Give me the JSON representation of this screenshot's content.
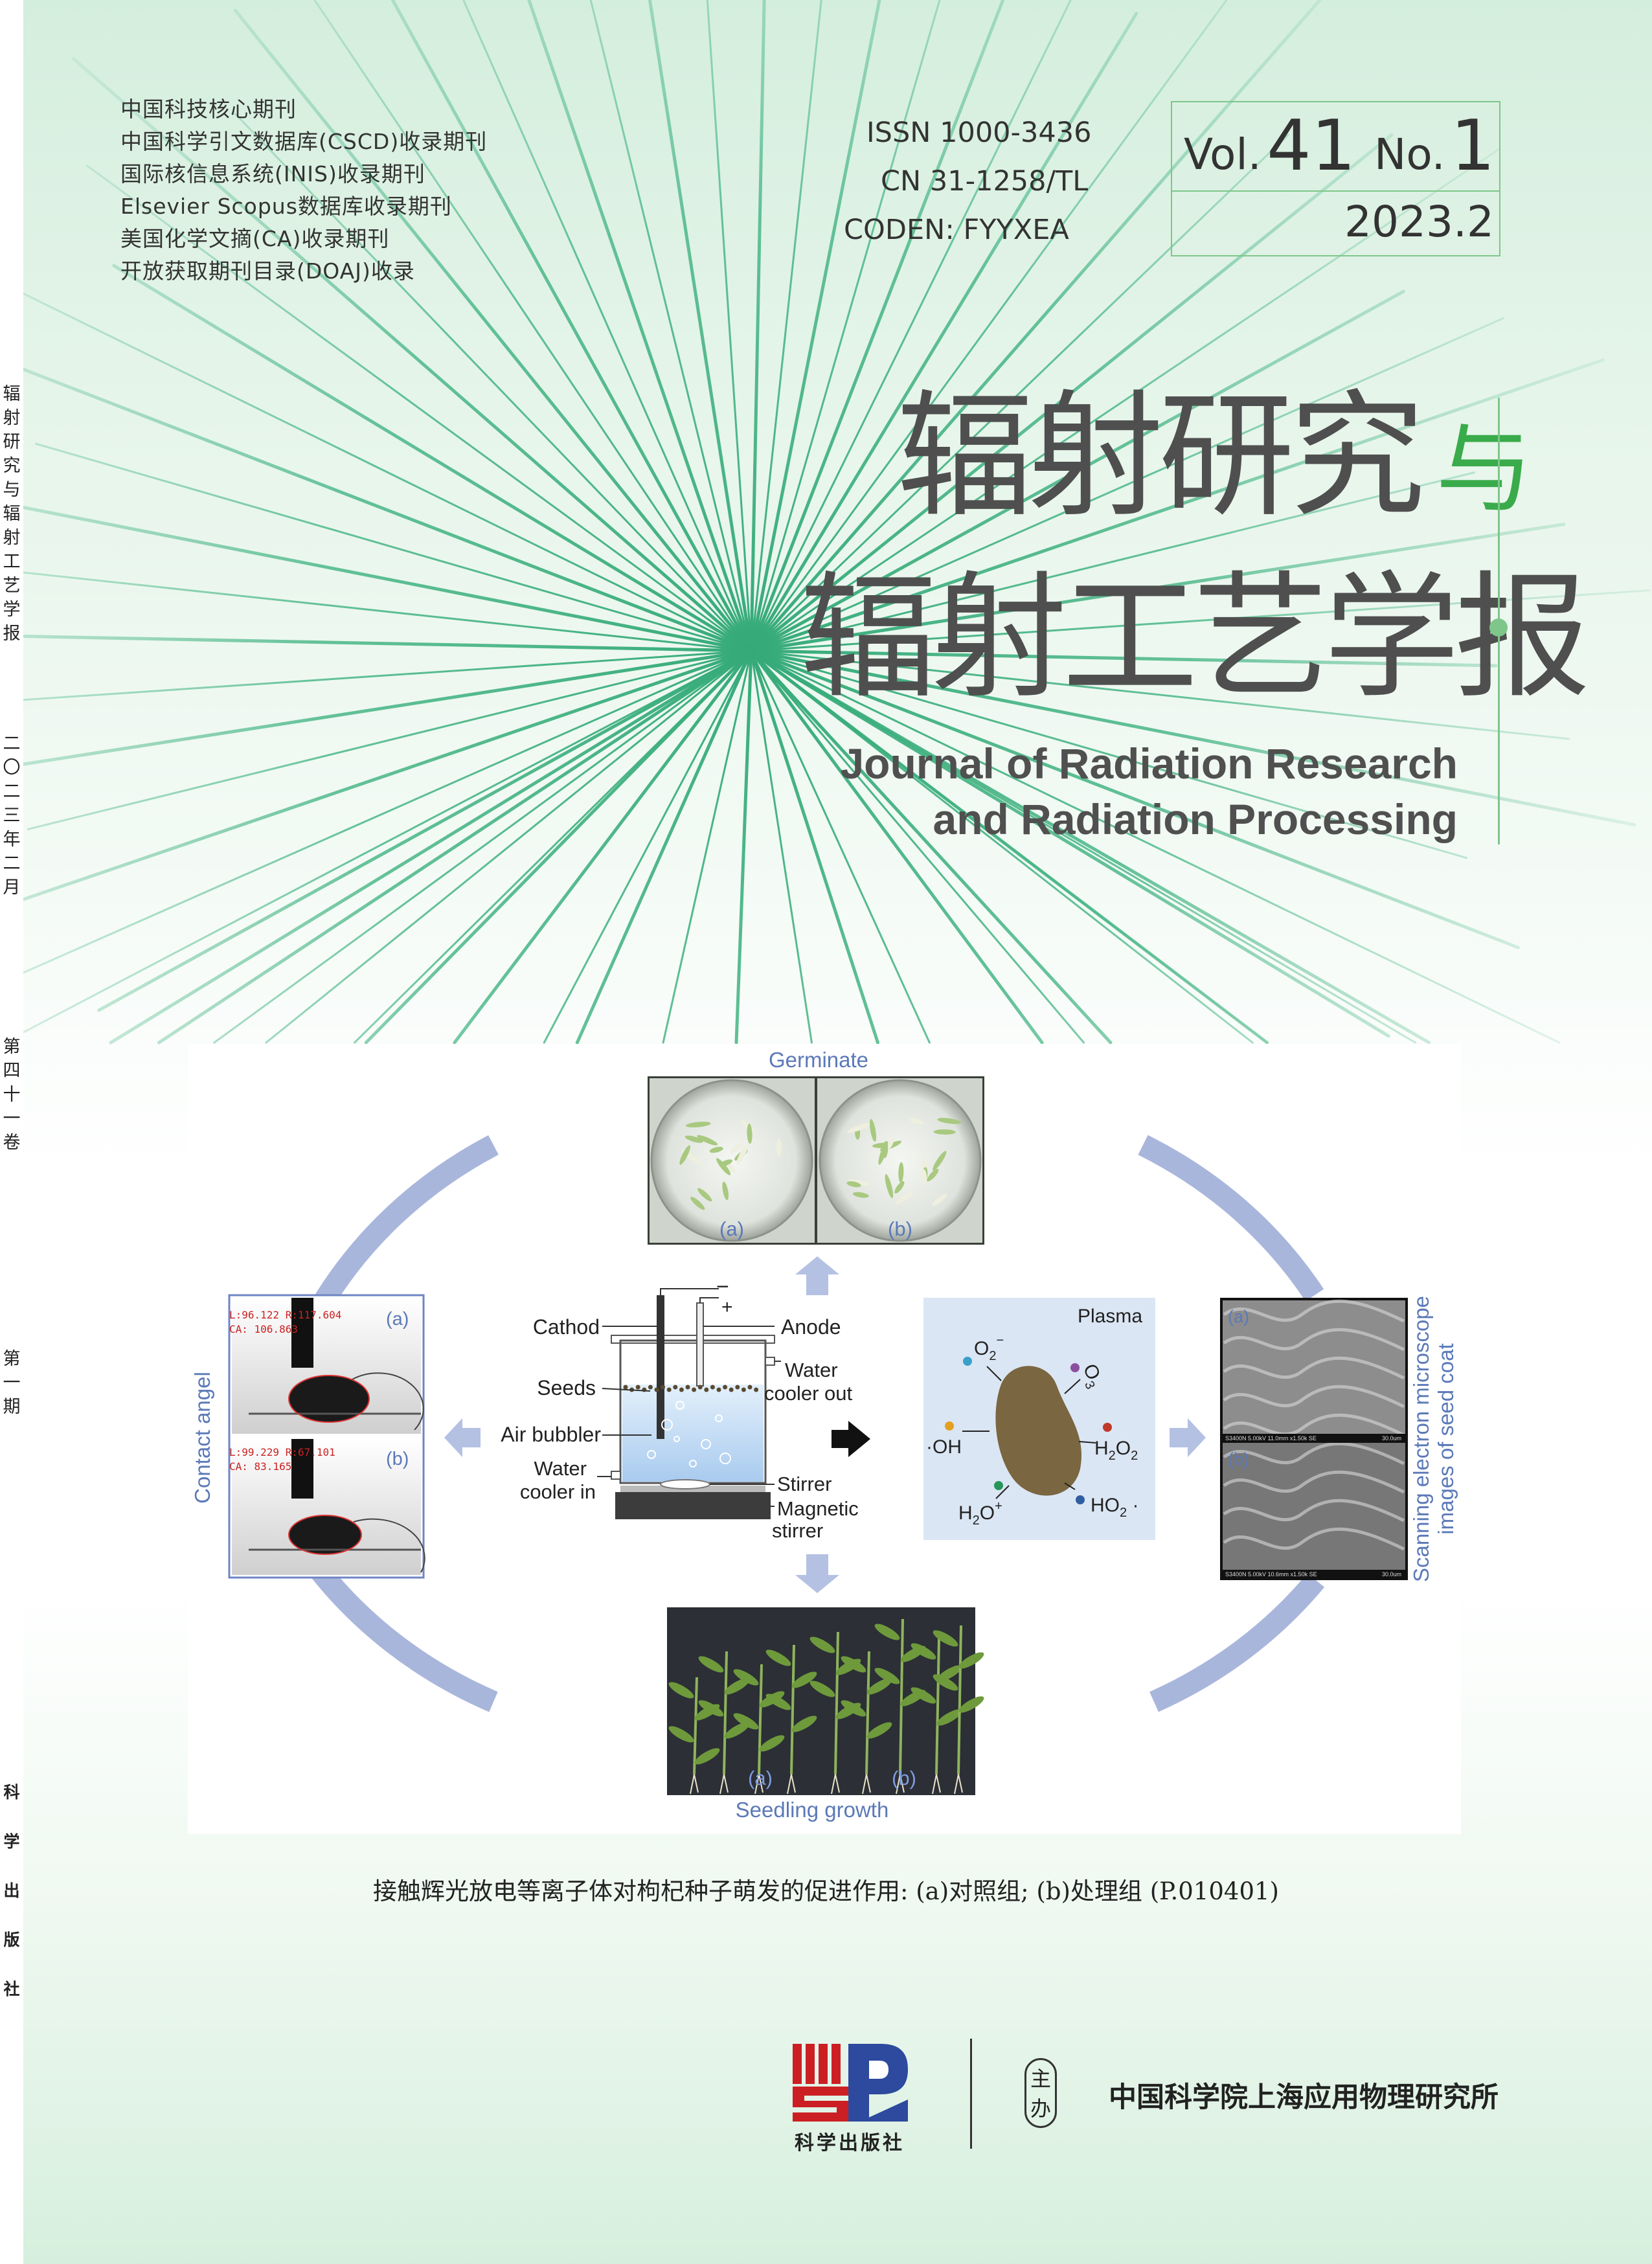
{
  "spine": {
    "title": "辐射研究与辐射工艺学报",
    "date": "二〇二三年二月",
    "volume": "第四十一卷",
    "issue": "第一期",
    "publisher": "科学出版社"
  },
  "indexing": [
    "中国科技核心期刊",
    "中国科学引文数据库(CSCD)收录期刊",
    "国际核信息系统(INIS)收录期刊",
    "Elsevier Scopus数据库收录期刊",
    "美国化学文摘(CA)收录期刊",
    "开放获取期刊目录(DOAJ)收录"
  ],
  "identifiers": {
    "issn": "ISSN  1000-3436",
    "cn": "CN  31-1258/TL",
    "coden": "CODEN:  FYYXEA"
  },
  "volume_box": {
    "vol_prefix": "Vol.",
    "vol_number": "41",
    "no_prefix": "No.",
    "no_number": "1",
    "date": "2023.2"
  },
  "title": {
    "line1": "辐射研究",
    "line1_accent": "与",
    "line2": "辐射工艺学报",
    "en_line1": "Journal of Radiation Research",
    "en_line2": "and Radiation Processing"
  },
  "figure": {
    "germinate": "Germinate",
    "seedling": "Seedling growth",
    "contact_angle": "Contact angel",
    "sem_line1": "Scanning electron microscope",
    "sem_line2": "images of seed coat",
    "label_a": "(a)",
    "label_b": "(b)",
    "ca_a_line1": "L:96.122  R:117.604",
    "ca_a_line2": "CA: 106.863",
    "ca_b_line1": "L:99.229  R:67.101",
    "ca_b_line2": "CA: 83.165",
    "sem_caption_a": "S3400N 5.00kV 11.0mm x1.50k SE",
    "sem_caption_b": "S3400N 5.00kV 10.6mm x1.50k SE",
    "sem_scale": "30.0um",
    "apparatus": {
      "cathod": "Cathod",
      "anode": "Anode",
      "seeds": "Seeds",
      "water_cooler_out_1": "Water",
      "water_cooler_out_2": "cooler out",
      "air_bubbler": "Air bubbler",
      "water_cooler_in_1": "Water",
      "water_cooler_in_2": "cooler in",
      "stirrer": "Stirrer",
      "magnetic_1": "Magnetic",
      "magnetic_2": "stirrer",
      "minus": "−",
      "plus": "+"
    },
    "plasma": {
      "title": "Plasma",
      "o2": "O",
      "o2_sub": "2",
      "o2_sup": "−",
      "o3": "O",
      "o3_sub": "3",
      "oh": "·OH",
      "h2o2": "H",
      "h2o2_a": "2",
      "h2o2_b": "O",
      "h2o2_c": "2",
      "h2o": "H",
      "h2o_sub": "2",
      "h2o_b": "O",
      "h2o_sup": "+",
      "ho2": "HO",
      "ho2_sub": "2",
      "ho2_dot": " ·"
    },
    "colors": {
      "ring": "#a9b6dc",
      "arrow": "#b4c1e3",
      "label_blue": "#5b79b8",
      "seed_brown": "#7a6640",
      "o2_dot": "#3aa0c8",
      "o3_dot": "#8a4fa0",
      "oh_dot": "#e3a020",
      "h2o2_dot": "#c0392b",
      "h2o_dot": "#27955a",
      "ho2_dot": "#2f5fa0"
    }
  },
  "caption": "接触辉光放电等离子体对枸杞种子萌发的促进作用: (a)对照组; (b)处理组 (P.010401)",
  "publisher": {
    "logo_text": "科学出版社",
    "sponsor_label": "主办",
    "institute": "中国科学院上海应用物理研究所"
  },
  "palette": {
    "ray": "#4fb58a",
    "accent_green": "#3aab4a",
    "title_grey": "#4f4f4f",
    "logo_red": "#cc1f24",
    "logo_blue": "#2d4a9e"
  }
}
